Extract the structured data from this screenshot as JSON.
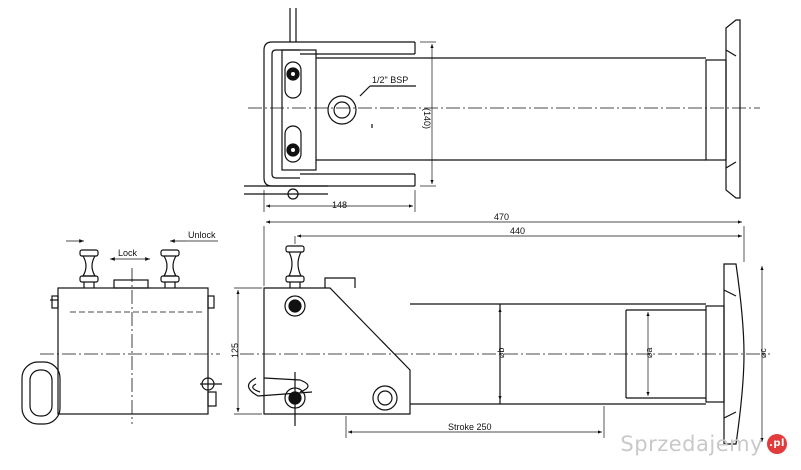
{
  "drawing": {
    "dimensions": {
      "overall_length": "470",
      "tube_length": "440",
      "top_width": "148",
      "bracket_height": "(140)",
      "side_height": "125",
      "stroke": "Stroke  250",
      "thread": "1/2\" BSP",
      "dia_outer": "⌀c",
      "dia_inner": "⌀a",
      "dia_mid": "⌀b"
    },
    "labels": {
      "lock": "Lock",
      "unlock": "Unlock"
    }
  },
  "watermark": {
    "text": "Sprzedajemy",
    "badge": ".pl"
  }
}
